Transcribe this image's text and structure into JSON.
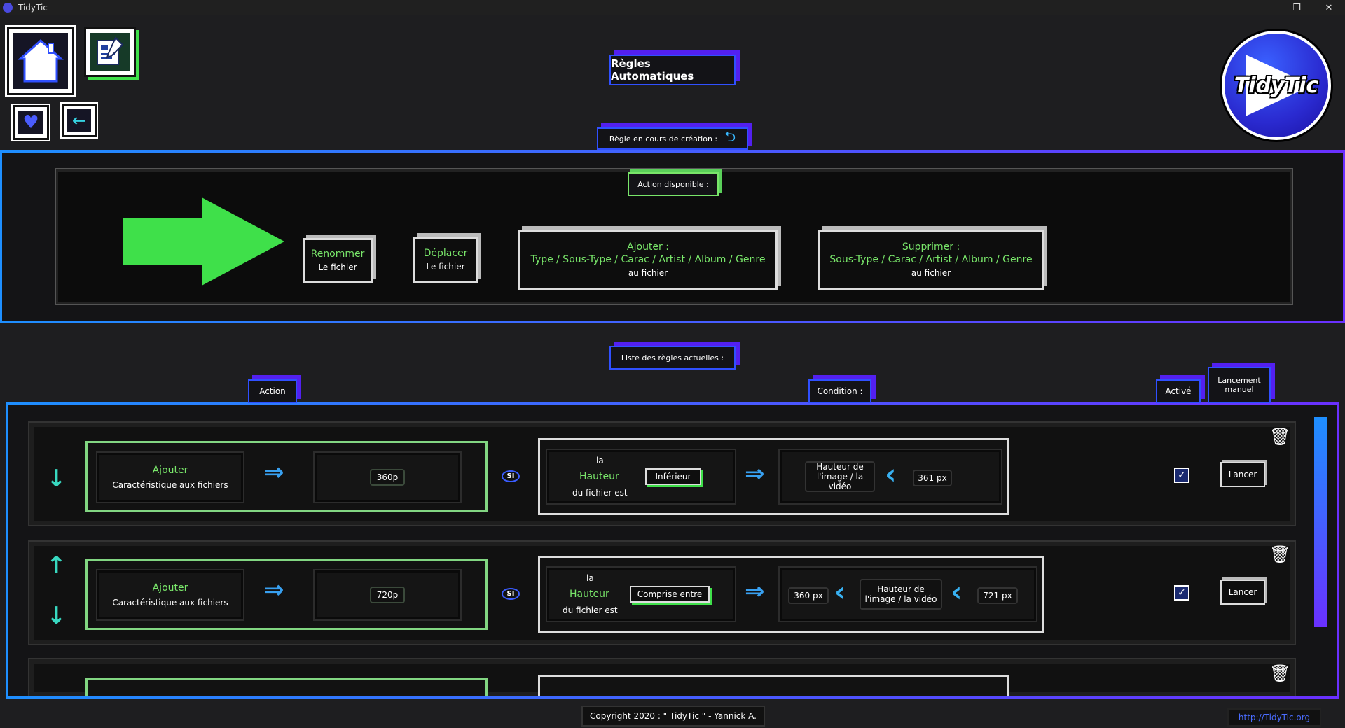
{
  "window": {
    "title": "TidyTic",
    "minimize": "—",
    "maximize": "❐",
    "close": "✕"
  },
  "logo": {
    "text": "TidyTic"
  },
  "header": {
    "title": "Règles Automatiques",
    "subtitle": "Règle en cours de création :"
  },
  "actions_panel": {
    "label": "Action disponible :",
    "actions": [
      {
        "title": "Renommer",
        "sub": "Le fichier"
      },
      {
        "title": "Déplacer",
        "sub": "Le fichier"
      },
      {
        "title": "Ajouter :",
        "line2": "Type / Sous-Type / Carac / Artist / Album / Genre",
        "sub": "au fichier"
      },
      {
        "title": "Supprimer :",
        "line2": "Sous-Type / Carac / Artist / Album / Genre",
        "sub": "au fichier"
      }
    ]
  },
  "rules_panel": {
    "label": "Liste des règles actuelles :",
    "col_action": "Action",
    "col_condition": "Condition :",
    "col_active": "Activé",
    "col_manual_1": "Lancement",
    "col_manual_2": "manuel",
    "rules": [
      {
        "action_title": "Ajouter",
        "action_sub": "Caractéristique aux fichiers",
        "value": "360p",
        "si": "SI",
        "cond_la": "la",
        "cond_field": "Hauteur",
        "cond_sub": "du fichier est",
        "operator": "Inférieur",
        "prop_1": "Hauteur de",
        "prop_2": "l'image / la vidéo",
        "limit": "361 px",
        "launch": "Lancer"
      },
      {
        "action_title": "Ajouter",
        "action_sub": "Caractéristique aux fichiers",
        "value": "720p",
        "si": "SI",
        "cond_la": "la",
        "cond_field": "Hauteur",
        "cond_sub": "du fichier est",
        "operator": "Comprise entre",
        "low": "360 px",
        "prop_1": "Hauteur de",
        "prop_2": "l'image / la vidéo",
        "limit": "721 px",
        "launch": "Lancer"
      }
    ]
  },
  "footer": {
    "copyright": "Copyright 2020 : \" TidyTic \" - Yannick A.",
    "link": "http://TidyTic.org"
  },
  "colors": {
    "accent_blue": "#1e8fff",
    "accent_purple": "#6a30ff",
    "green": "#3fe04a"
  }
}
